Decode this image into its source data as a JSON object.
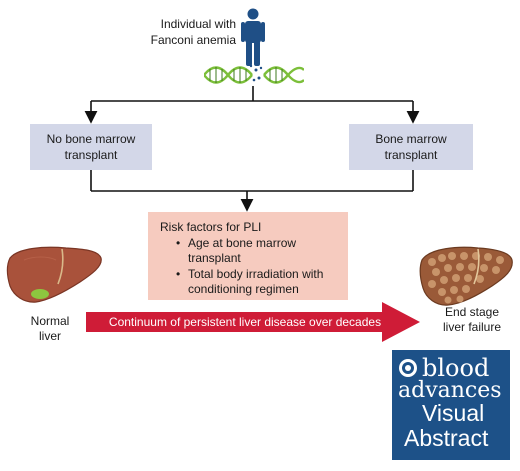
{
  "individual_label": [
    "Individual with",
    "Fanconi anemia"
  ],
  "branch_left": [
    "No bone marrow",
    "transplant"
  ],
  "branch_right": [
    "Bone marrow",
    "transplant"
  ],
  "risk_title": "Risk factors for PLI",
  "risk_bullets": [
    [
      "Age at bone marrow",
      "transplant"
    ],
    [
      "Total body irradiation with",
      "conditioning regimen"
    ]
  ],
  "normal_liver_label": [
    "Normal",
    "liver"
  ],
  "arrow_label": "Continuum of persistent liver disease over decades",
  "failure_label": [
    "End stage",
    "liver failure"
  ],
  "logo": {
    "line1": "blood",
    "line2": "advances",
    "line3": "Visual",
    "line4": "Abstract"
  },
  "colors": {
    "box": "#d3d7e8",
    "risk_box": "#f6cbbf",
    "arrow": "#cf1c37",
    "logo_bg": "#1d5188",
    "person": "#1f4f86",
    "dna": "#7cbf3a"
  },
  "icons": [
    "person-icon",
    "dna-icon",
    "healthy-liver-icon",
    "cirrhotic-liver-icon",
    "journal-emblem-icon"
  ]
}
